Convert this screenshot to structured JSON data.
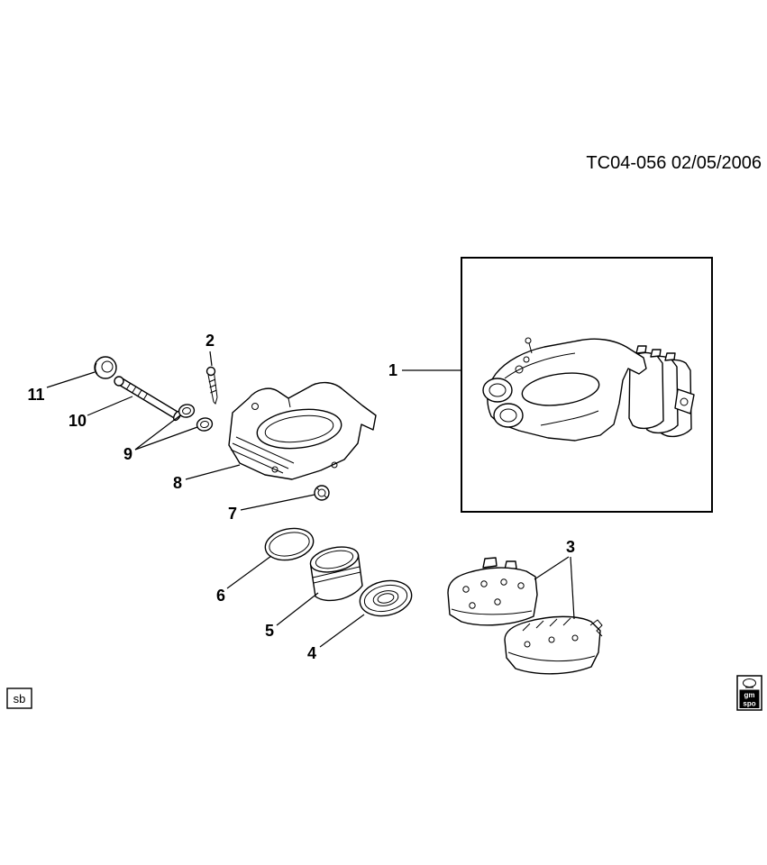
{
  "header": {
    "title": "TC04-056 02/05/2006"
  },
  "callouts": {
    "c1": "1",
    "c2": "2",
    "c3": "3",
    "c4": "4",
    "c5": "5",
    "c6": "6",
    "c7": "7",
    "c8": "8",
    "c9": "9",
    "c10": "10",
    "c11": "11"
  },
  "footer": {
    "sb": "sb",
    "logo_line1": "gm",
    "logo_line2": "spo"
  }
}
